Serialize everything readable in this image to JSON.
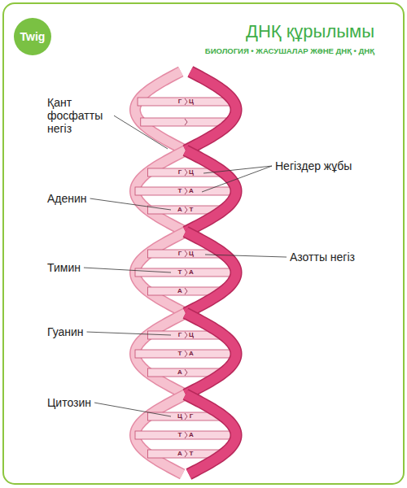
{
  "diagram": {
    "title": "ДНҚ құрылымы",
    "nodes": [
      {
        "text": [
          "Twig"
        ]
      }
    ],
    "labels": [
      "БИОЛОГИЯ • ЖАСУШАЛАР ЖӘНЕ ДНҚ • ДНҚ",
      "Қант фосфатты негіз",
      "Негіздер жұбы",
      "Аденин",
      "Азотты негіз",
      "Тимин",
      "Гуанин",
      "Цитозин",
      "Г",
      "Ц",
      "Г",
      "Ц",
      "Т",
      "А",
      "А",
      "Т",
      "Г",
      "Ц",
      "Т",
      "А",
      "А",
      "Г",
      "Ц",
      "Т",
      "А",
      "А",
      "Ц",
      "Г",
      "Т",
      "А",
      "А",
      "Т"
    ]
  }
}
